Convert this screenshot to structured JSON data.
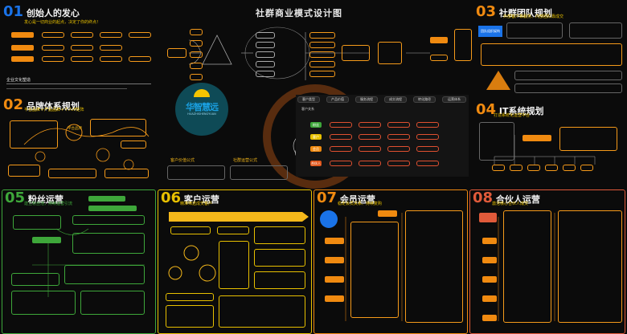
{
  "main_title": "社群商业模式设计图",
  "logo": {
    "text": "华智慧远",
    "pinyin": "HUAZHISHENGYUAN",
    "colors": [
      "#1a9fe0",
      "#f5c400"
    ]
  },
  "sections": {
    "s01": {
      "num": "01",
      "title": "创始人的发心",
      "subtitle": "发心是一切商业的起点，决定了你的终点！",
      "culture": "企业文化塑造"
    },
    "s02": {
      "num": "02",
      "title": "品牌体系规划",
      "subtitle": "平台品牌＋产品品牌＋个人IP矩阵",
      "hub": "平台品牌"
    },
    "s03": {
      "num": "03",
      "title": "社群团队规划",
      "subtitle": "外部客户靠服务、内部团队靠成交",
      "badge": "团队组织架构"
    },
    "s04": {
      "num": "04",
      "title": "IT系统规划",
      "subtitle": "打造系统化运营中台"
    },
    "s05": {
      "num": "05",
      "title": "粉丝运营",
      "subtitle": "建立粉丝池，持续运营引流"
    },
    "s06": {
      "num": "06",
      "title": "客户运营",
      "subtitle": "精准筛选成交客户"
    },
    "s07": {
      "num": "07",
      "title": "会员运营",
      "subtitle": "稳定会员关系、持续复购"
    },
    "s08": {
      "num": "08",
      "title": "合伙人运营",
      "subtitle": "激活核心合伙人成交"
    }
  },
  "center": {
    "formula_left": "客户价值公式",
    "formula_right": "社群运营公式",
    "table_headers": [
      "客户类型",
      "产品价值",
      "服务流程",
      "成交流程",
      "转化路径",
      "运营体系"
    ],
    "row_labels": [
      "粉丝",
      "客户",
      "会员",
      "合伙人"
    ],
    "top_node": "客户关系"
  },
  "colors": {
    "orange": "#f08a10",
    "green": "#3ea73a",
    "yellow": "#e8c000",
    "bg": "#0b0b0b"
  }
}
